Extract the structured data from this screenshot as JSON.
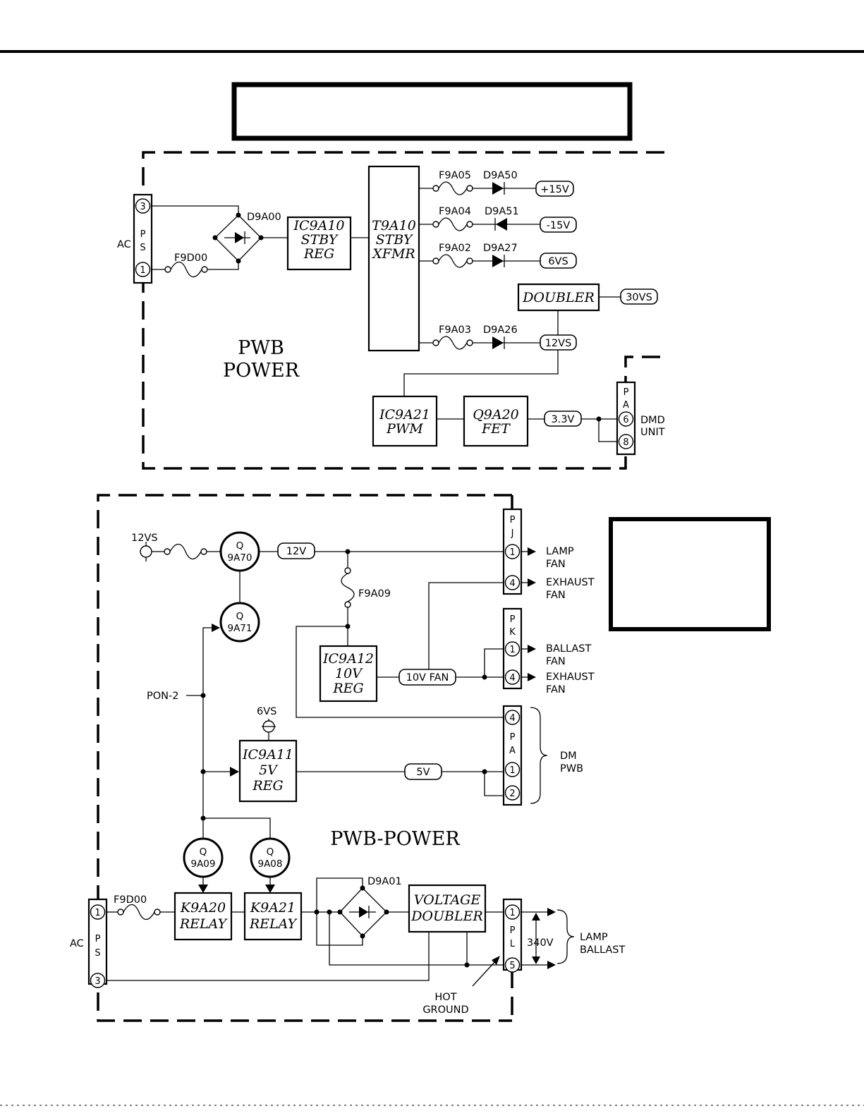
{
  "top": {
    "section_label": [
      "PWB",
      "POWER"
    ],
    "connector_ps": {
      "label": [
        "P",
        "S"
      ],
      "pins": [
        "3",
        "1"
      ],
      "side_label": "AC"
    },
    "fuse_main": "F9D00",
    "bridge": "D9A00",
    "ic_stby_reg": [
      "IC9A10",
      "STBY",
      "REG"
    ],
    "transformer": [
      "T9A10",
      "STBY",
      "XFMR"
    ],
    "fuses": [
      "F9A05",
      "F9A04",
      "F9A02",
      "F9A03"
    ],
    "diodes": [
      "D9A50",
      "D9A51",
      "D9A27",
      "D9A26"
    ],
    "outputs": [
      "+15V",
      "-15V",
      "6VS",
      "30VS",
      "12VS",
      "3.3V"
    ],
    "doubler": "DOUBLER",
    "ic_pwm": [
      "IC9A21",
      "PWM"
    ],
    "fet": [
      "Q9A20",
      "FET"
    ],
    "connector_pa": {
      "label": [
        "P",
        "A"
      ],
      "pins": [
        "6",
        "8"
      ],
      "side_label": [
        "DMD",
        "UNIT"
      ]
    }
  },
  "bottom": {
    "section_label": "PWB-POWER",
    "supply_in": "12VS",
    "q_9a70": [
      "Q",
      "9A70"
    ],
    "q_9a71": [
      "Q",
      "9A71"
    ],
    "rail_12v": "12V",
    "fuse_9a09": "F9A09",
    "ic_10v": [
      "IC9A12",
      "10V",
      "REG"
    ],
    "rail_10v_fan": "10V  FAN",
    "pon": "PON-2",
    "supply_6vs": "6VS",
    "ic_5v": [
      "IC9A11",
      "5V",
      "REG"
    ],
    "rail_5v": "5V",
    "q_9a09": [
      "Q",
      "9A09"
    ],
    "q_9a08": [
      "Q",
      "9A08"
    ],
    "relay_1": [
      "K9A20",
      "RELAY"
    ],
    "relay_2": [
      "K9A21",
      "RELAY"
    ],
    "bridge": "D9A01",
    "voltage_doubler": [
      "VOLTAGE",
      "DOUBLER"
    ],
    "fuse_main": "F9D00",
    "connector_ps": {
      "label": [
        "P",
        "S"
      ],
      "pins": [
        "1",
        "3"
      ],
      "side_label": "AC"
    },
    "connector_pj": {
      "label": [
        "P",
        "J"
      ],
      "pins": [
        "1",
        "4"
      ]
    },
    "connector_pk": {
      "label": [
        "P",
        "K"
      ],
      "pins": [
        "1",
        "4"
      ]
    },
    "connector_pa": {
      "label": [
        "P",
        "A"
      ],
      "pins": [
        "4",
        "1",
        "2"
      ]
    },
    "connector_pl": {
      "label": [
        "P",
        "L"
      ],
      "pins": [
        "1",
        "5"
      ]
    },
    "pj_outputs": [
      [
        "LAMP",
        "FAN"
      ],
      [
        "EXHAUST",
        "FAN"
      ]
    ],
    "pk_outputs": [
      [
        "BALLAST",
        "FAN"
      ],
      [
        "EXHAUST",
        "FAN"
      ]
    ],
    "pa_output": [
      "DM",
      "PWB"
    ],
    "lamp_voltage": "340V",
    "lamp_output": [
      "LAMP",
      "BALLAST"
    ],
    "hot_ground": [
      "HOT",
      "GROUND"
    ]
  }
}
